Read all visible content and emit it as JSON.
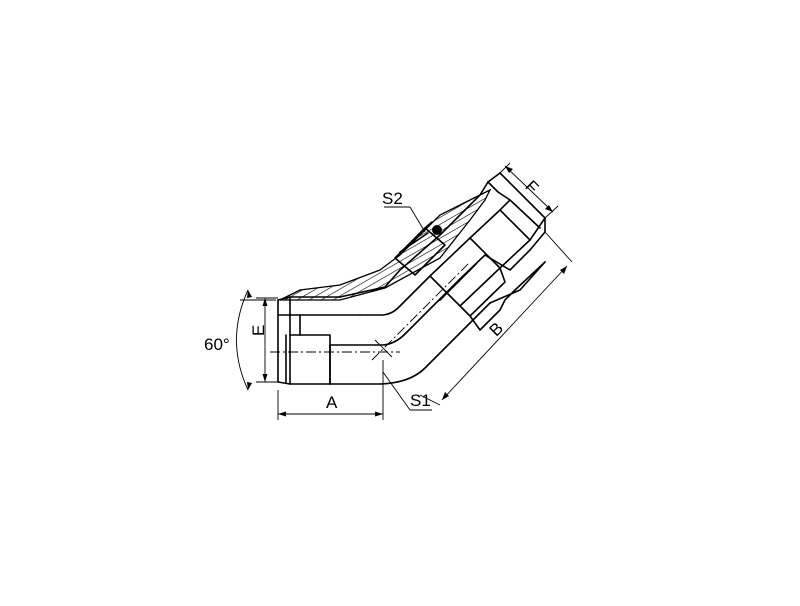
{
  "labels": {
    "f": "F",
    "s2": "S2",
    "b": "B",
    "angle": "60°",
    "e": "E",
    "a": "A",
    "s1": "S1"
  }
}
